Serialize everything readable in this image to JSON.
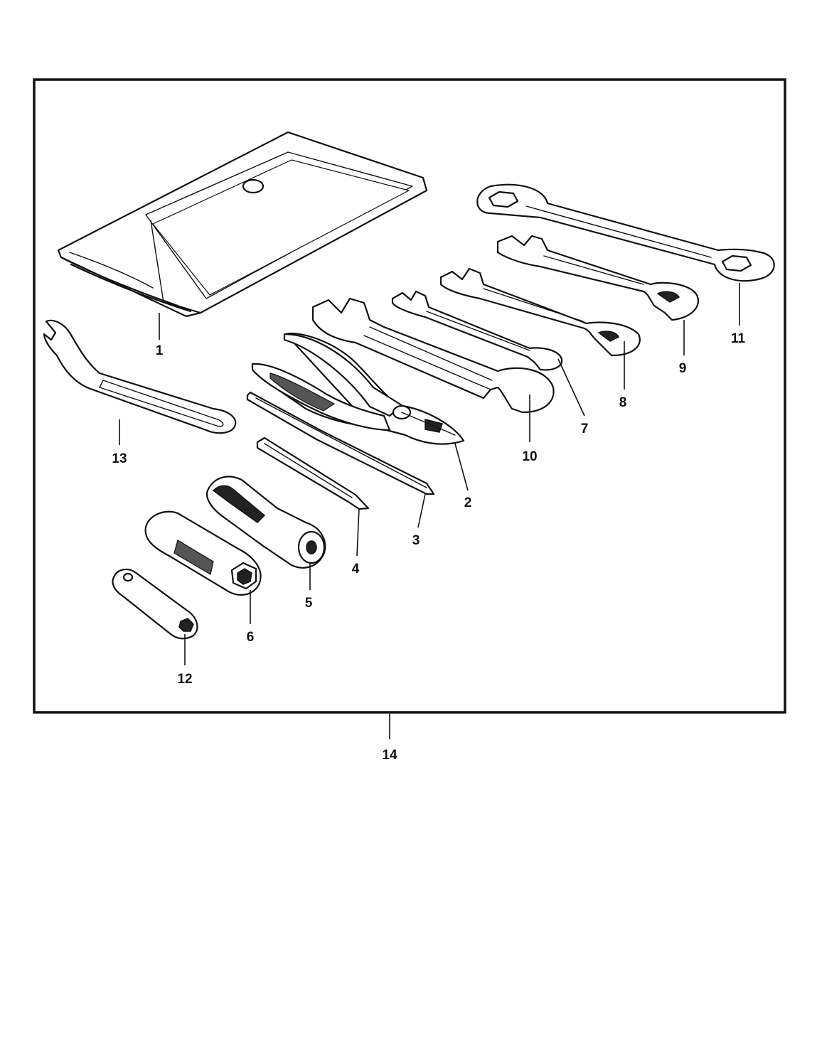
{
  "diagram": {
    "callouts": [
      {
        "id": "1"
      },
      {
        "id": "2"
      },
      {
        "id": "3"
      },
      {
        "id": "4"
      },
      {
        "id": "5"
      },
      {
        "id": "6"
      },
      {
        "id": "7"
      },
      {
        "id": "8"
      },
      {
        "id": "9"
      },
      {
        "id": "10"
      },
      {
        "id": "11"
      },
      {
        "id": "12"
      },
      {
        "id": "13"
      },
      {
        "id": "14"
      }
    ],
    "parts": [
      {
        "callout": "1",
        "icon": "tool-bag-icon"
      },
      {
        "callout": "2",
        "icon": "pliers-icon"
      },
      {
        "callout": "3",
        "icon": "screwdriver-blade-icon"
      },
      {
        "callout": "4",
        "icon": "screwdriver-phillips-icon"
      },
      {
        "callout": "5",
        "icon": "screwdriver-handle-icon"
      },
      {
        "callout": "6",
        "icon": "plug-wrench-icon"
      },
      {
        "callout": "7",
        "icon": "open-end-wrench-small-icon"
      },
      {
        "callout": "8",
        "icon": "open-end-wrench-medium-icon"
      },
      {
        "callout": "9",
        "icon": "open-end-wrench-large-icon"
      },
      {
        "callout": "10",
        "icon": "open-end-wrench-xl-icon"
      },
      {
        "callout": "11",
        "icon": "box-wrench-icon"
      },
      {
        "callout": "12",
        "icon": "box-spanner-icon"
      },
      {
        "callout": "13",
        "icon": "pin-spanner-icon"
      },
      {
        "callout": "14",
        "icon": "tool-set-frame-icon"
      }
    ]
  }
}
